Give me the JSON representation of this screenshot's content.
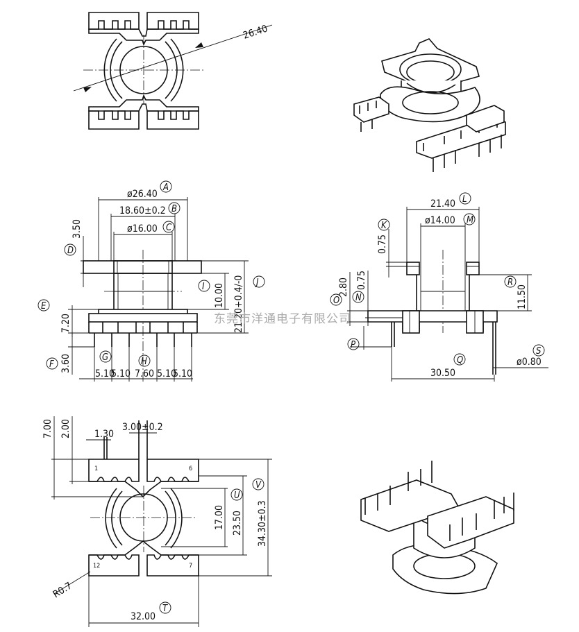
{
  "watermark": "东莞市洋通电子有限公司",
  "top_view": {
    "dim_diameter": "26.40"
  },
  "front_view": {
    "dims": {
      "A": "ø26.40",
      "B": "18.60±0.2",
      "C": "ø16.00",
      "D": "3.50",
      "E": "7.20",
      "F": "3.60",
      "I": "10.00",
      "J": "21.20+0.4/-0",
      "pitches": [
        "5.10",
        "5.10",
        "7.60",
        "5.10",
        "5.10"
      ]
    },
    "labels": {
      "A": "A",
      "B": "B",
      "C": "C",
      "D": "D",
      "E": "E",
      "F": "F",
      "G": "G",
      "H": "H",
      "I": "I",
      "J": "J"
    }
  },
  "side_view": {
    "dims": {
      "L": "21.40",
      "M": "ø14.00",
      "K": "0.75",
      "O": "2.80",
      "N": "0.75",
      "R": "11.50",
      "Q": "30.50",
      "S": "ø0.80"
    },
    "labels": {
      "K": "K",
      "L": "L",
      "M": "M",
      "N": "N",
      "O": "O",
      "P": "P",
      "Q": "Q",
      "R": "R",
      "S": "S"
    }
  },
  "bottom_view": {
    "dims": {
      "seven": "7.00",
      "two": "2.00",
      "pin_w": "1.30",
      "slot": "3.00±0.2",
      "U_inner": "17.00",
      "U": "23.50",
      "V": "34.30±0.3",
      "T": "32.00",
      "radius": "R0.7"
    },
    "pin_numbers": [
      "1",
      "6",
      "12",
      "7"
    ],
    "labels": {
      "T": "T",
      "U": "U",
      "V": "V"
    }
  }
}
